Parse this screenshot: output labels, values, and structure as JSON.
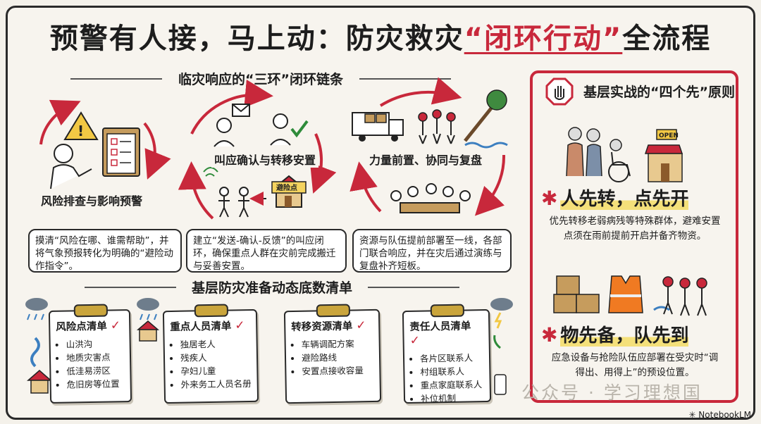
{
  "title": {
    "part1": "预警有人接，马上动：防灾救灾",
    "quote_open": "“",
    "highlight": "闭环行动",
    "quote_close": "”",
    "part2": "全流程"
  },
  "loop_section": {
    "heading": "临灾响应的“三环”闭环链条",
    "steps": [
      {
        "title": "风险排查与影响预警",
        "desc": "摸清“风险在哪、谁需帮助”，并将气象预报转化为明确的“避险动作指令”。"
      },
      {
        "title": "叫应确认与转移安置",
        "desc": "建立“发送-确认-反馈”的叫应闭环，确保重点人群在灾前完成搬迁与妥善安置。",
        "sign": "避险点"
      },
      {
        "title": "力量前置、协同与复盘",
        "desc": "资源与队伍提前部署至一线，各部门联合响应，并在灾后通过演练与复盘补齐短板。"
      }
    ]
  },
  "checklist_section": {
    "heading": "基层防灾准备动态底数清单",
    "cards": [
      {
        "title": "风险点清单",
        "items": [
          "山洪沟",
          "地质灾害点",
          "低洼易涝区",
          "危旧房等位置"
        ]
      },
      {
        "title": "重点人员清单",
        "items": [
          "独居老人",
          "残疾人",
          "孕妇儿童",
          "外来务工人员名册"
        ]
      },
      {
        "title": "转移资源清单",
        "items": [
          "车辆调配方案",
          "避险路线",
          "安置点接收容量"
        ]
      },
      {
        "title": "责任人员清单",
        "items": [
          "各片区联系人",
          "村组联系人",
          "重点家庭联系人",
          "补位机制"
        ]
      }
    ]
  },
  "principles": {
    "heading": "基层实战的“四个先”原则",
    "open_sign": "OPEN",
    "items": [
      {
        "title": "人先转，点先开",
        "desc": "优先转移老弱病残等特殊群体，避难安置点须在雨前提前开启并备齐物资。"
      },
      {
        "title": "物先备，队先到",
        "desc": "应急设备与抢险队伍应部署在受灾时“调得出、用得上”的预设位置。"
      }
    ]
  },
  "watermark": "公众号 · 学习理想国",
  "footer": "NotebookLM",
  "colors": {
    "accent": "#c8283b",
    "highlight": "#f4e07a",
    "clip": "#caa53c"
  }
}
